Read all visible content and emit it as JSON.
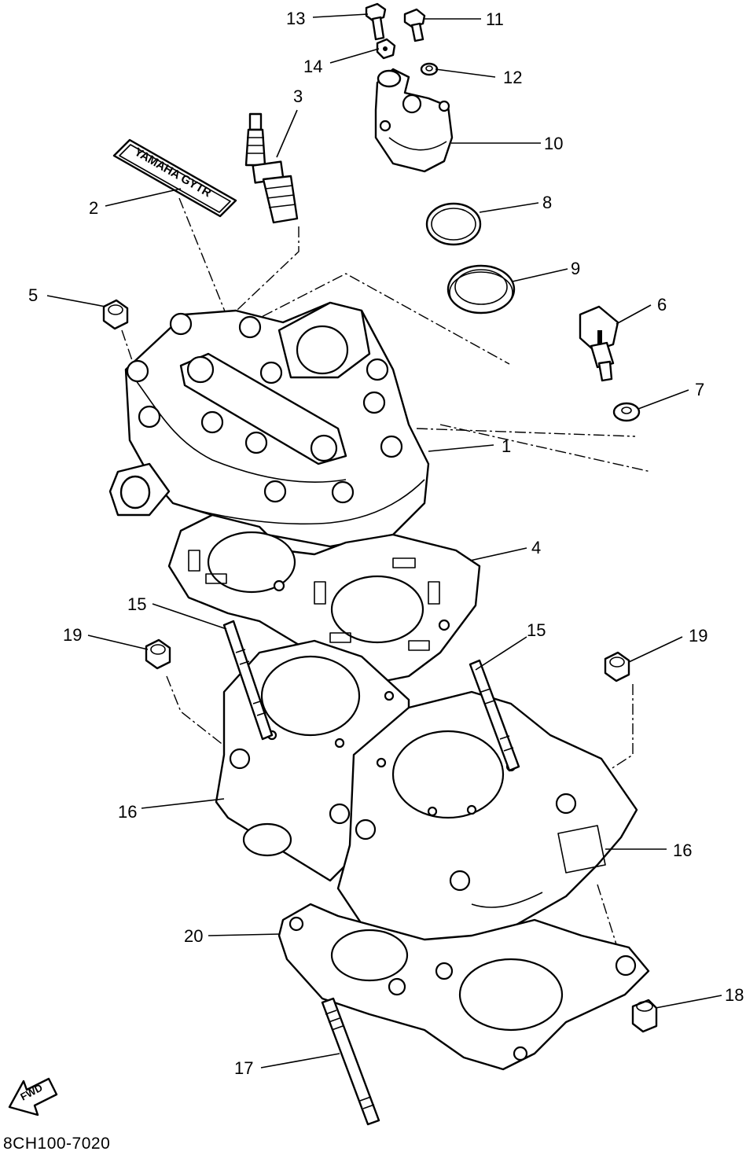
{
  "diagram": {
    "drawing_code": "8CH100-7020",
    "fwd_label": "FWD",
    "decal_text": "YAMAHA GYTR",
    "callouts": {
      "c1": "1",
      "c2": "2",
      "c3": "3",
      "c4": "4",
      "c5": "5",
      "c6": "6",
      "c7": "7",
      "c8": "8",
      "c9": "9",
      "c10": "10",
      "c11": "11",
      "c12": "12",
      "c13": "13",
      "c14": "14",
      "c15a": "15",
      "c15b": "15",
      "c16a": "16",
      "c16b": "16",
      "c17": "17",
      "c18": "18",
      "c19a": "19",
      "c19b": "19",
      "c20": "20"
    }
  }
}
